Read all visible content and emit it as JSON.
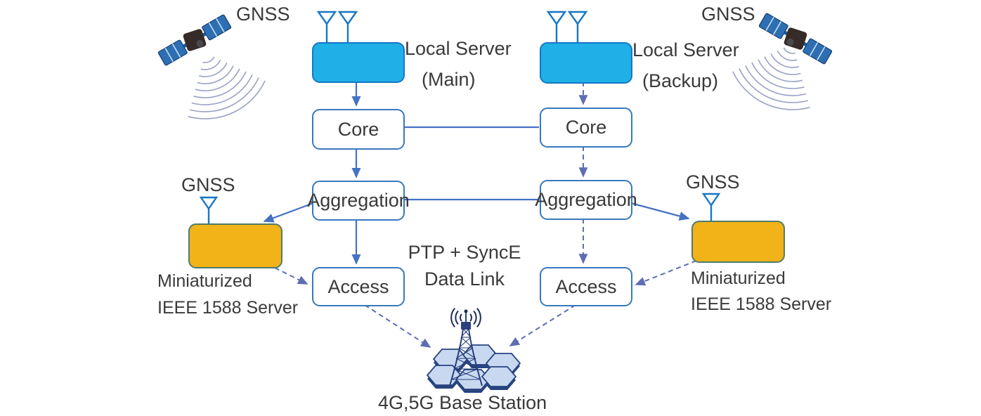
{
  "nodes": {
    "local_server_main": {
      "label": "Local Server",
      "sub": "(Main)"
    },
    "local_server_backup": {
      "label": "Local Server",
      "sub": "(Backup)"
    },
    "core_main": {
      "label": "Core"
    },
    "core_backup": {
      "label": "Core"
    },
    "aggregation_main": {
      "label": "Aggregation"
    },
    "aggregation_backup": {
      "label": "Aggregation"
    },
    "access_main": {
      "label": "Access"
    },
    "access_backup": {
      "label": "Access"
    },
    "ieee1588_left": {
      "line1": "Miniaturized",
      "line2": "IEEE 1588 Server"
    },
    "ieee1588_right": {
      "line1": "Miniaturized",
      "line2": "IEEE 1588 Server"
    },
    "base_station": {
      "label": "4G,5G Base Station"
    }
  },
  "labels": {
    "gnss_top_left": "GNSS",
    "gnss_top_right": "GNSS",
    "gnss_mid_left": "GNSS",
    "gnss_mid_right": "GNSS",
    "link_line1": "PTP + SyncE",
    "link_line2": "Data Link"
  },
  "colors": {
    "server_fill": "#1FB0E8",
    "server_border": "#1777C4",
    "node_border": "#3779BD",
    "ieee_fill": "#F2B318",
    "ieee_border": "#4E7C6B",
    "solid_link": "#4472C4",
    "dashed_link": "#5F6DB4",
    "text": "#3A3A3A"
  }
}
